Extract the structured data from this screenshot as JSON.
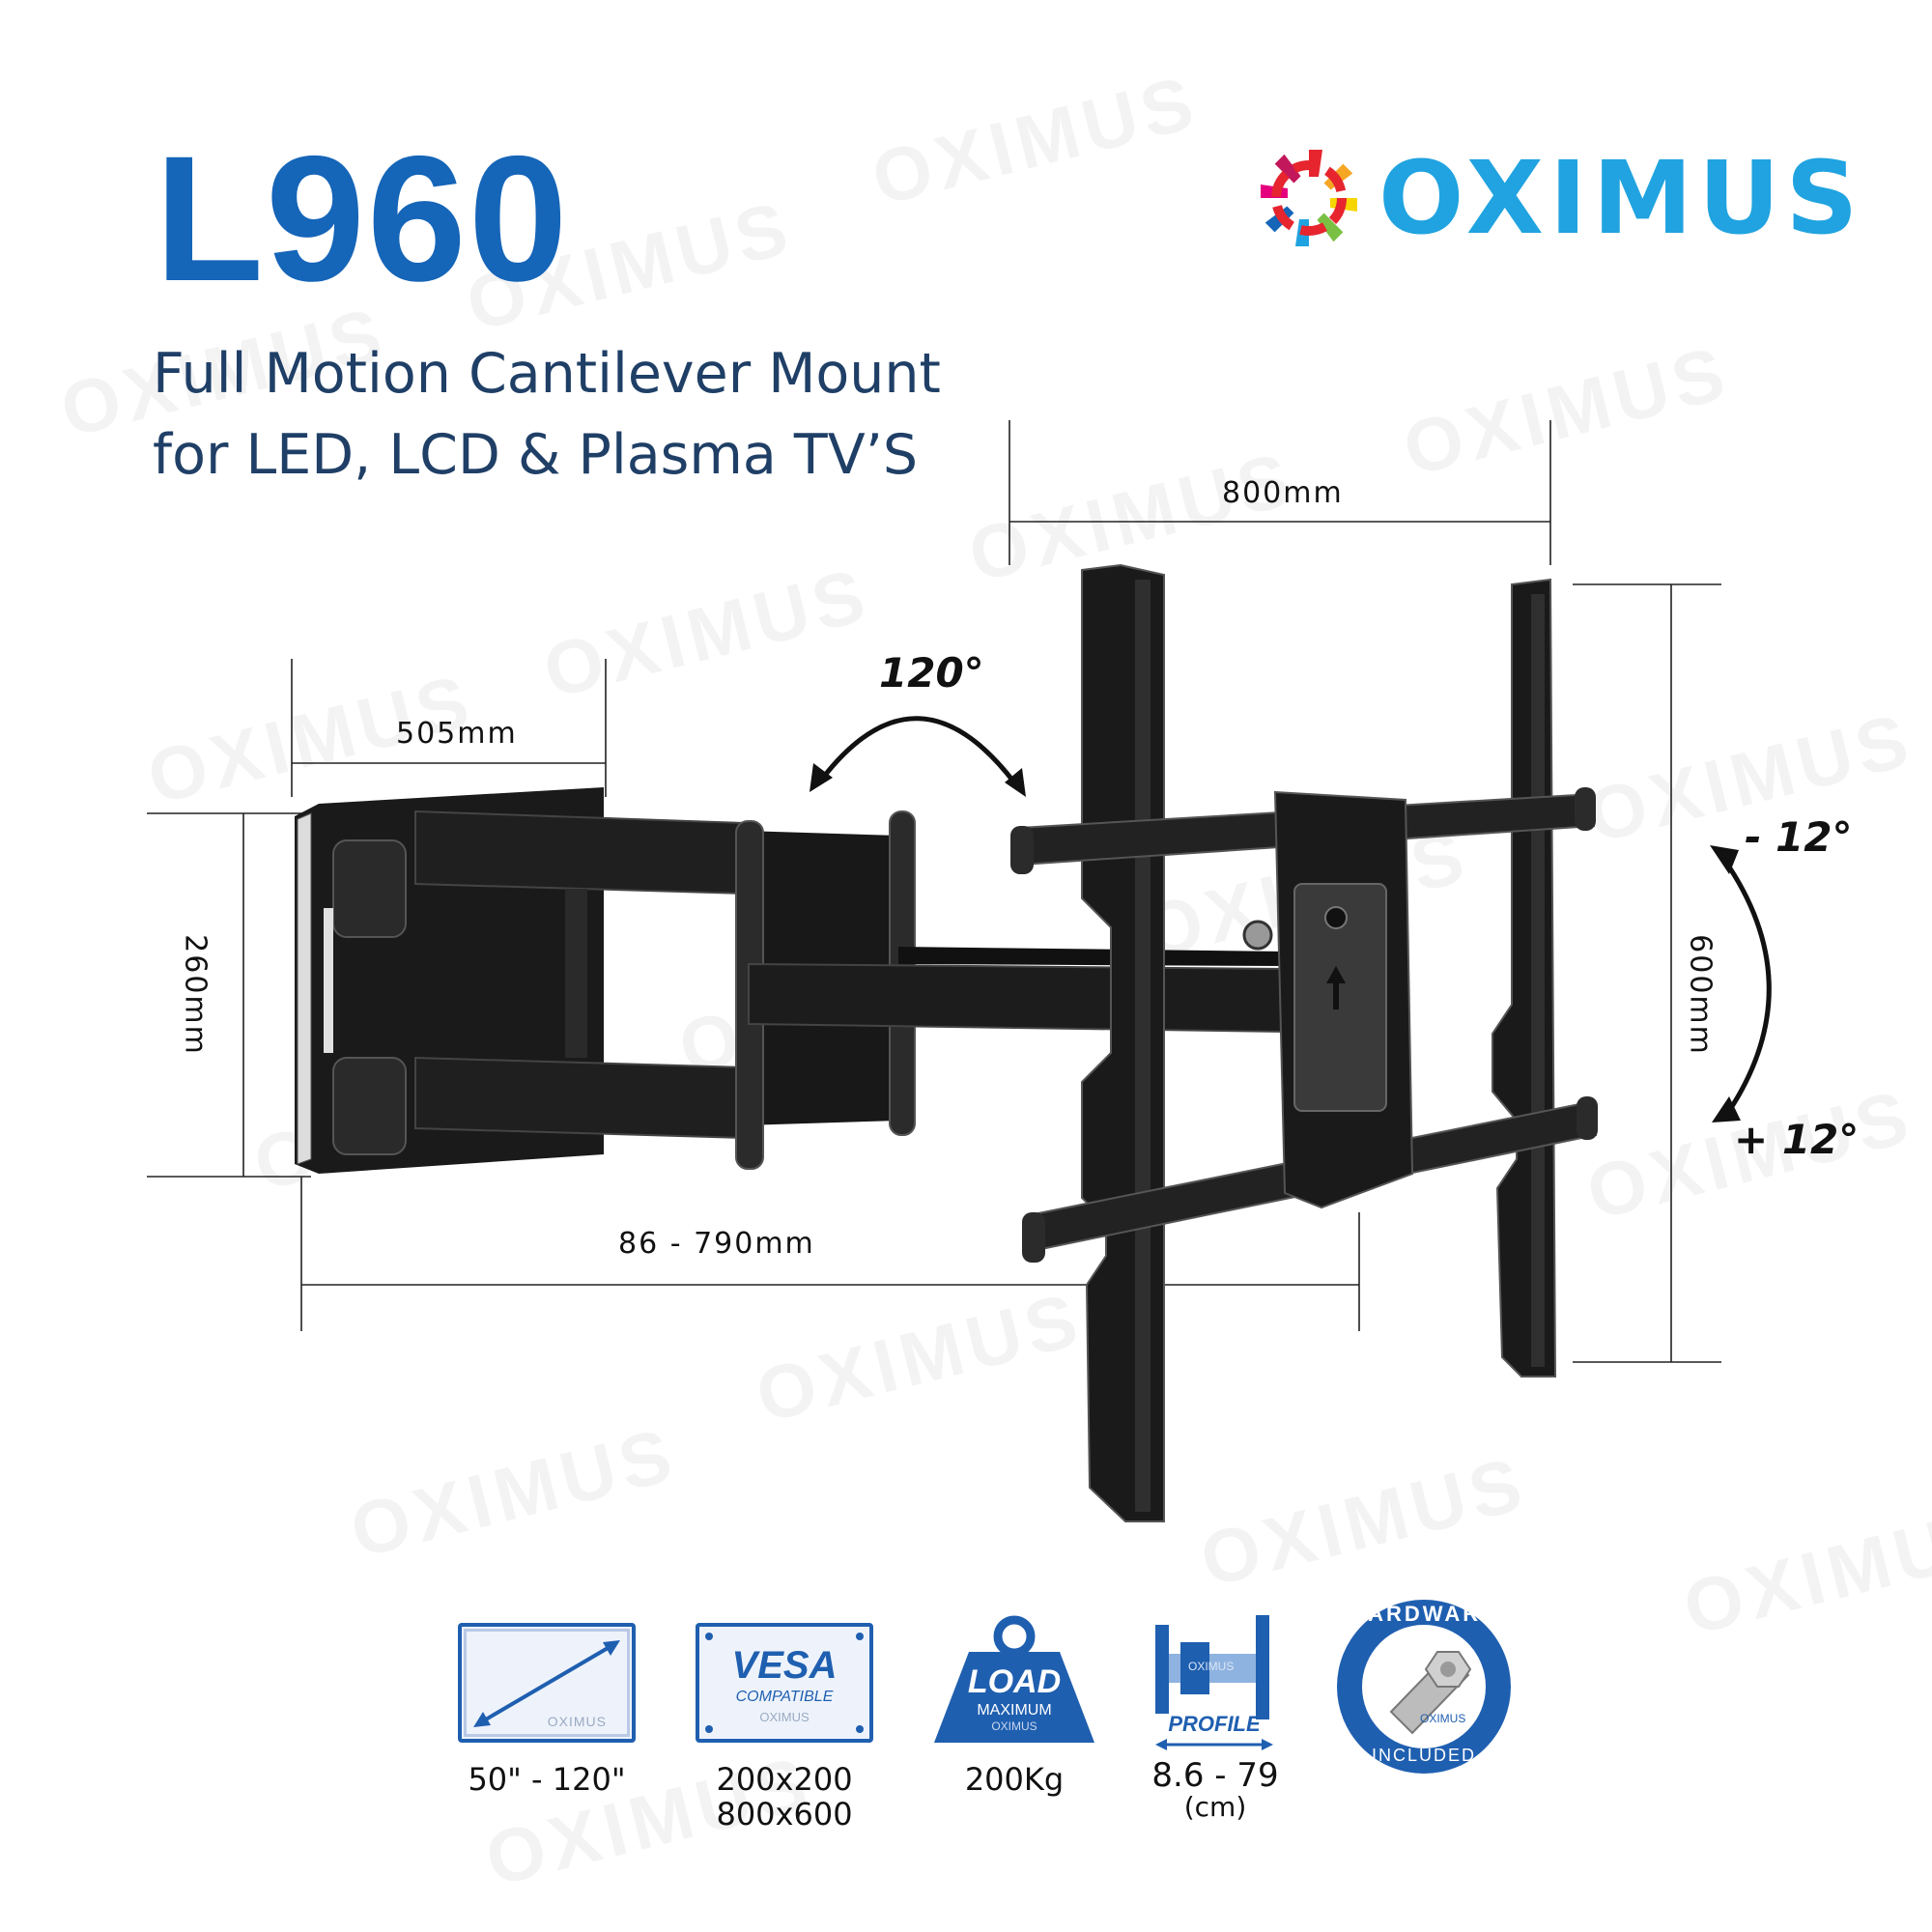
{
  "product": {
    "model": "L960",
    "subtitle_line1": "Full Motion Cantilever Mount",
    "subtitle_line2": "for LED, LCD & Plasma TV’S"
  },
  "brand": {
    "name": "OXIMUS",
    "colors": [
      "#e6252f",
      "#f5a623",
      "#f7d600",
      "#7ac143",
      "#1fa3e0",
      "#e5007e"
    ]
  },
  "dimensions": {
    "width_top": "800mm",
    "arm_depth": "505mm",
    "wall_height": "260mm",
    "extension": "86 - 790mm",
    "plate_height": "600mm",
    "swivel": "120°",
    "tilt_up": "- 12°",
    "tilt_down": "+ 12°"
  },
  "features": [
    {
      "icon": "screen-size-icon",
      "badge": "OXIMUS",
      "label": "50\" - 120\""
    },
    {
      "icon": "vesa-icon",
      "badge_title": "VESA",
      "badge_sub": "COMPATIBLE",
      "badge": "OXIMUS",
      "label": "200x200",
      "label2": "800x600"
    },
    {
      "icon": "load-weight-icon",
      "badge_title": "LOAD",
      "badge_sub": "MAXIMUM",
      "badge": "OXIMUS",
      "label": "200Kg"
    },
    {
      "icon": "profile-icon",
      "badge_title": "PROFILE",
      "badge": "OXIMUS",
      "label": "8.6 - 79",
      "label2": "(cm)"
    },
    {
      "icon": "hardware-icon",
      "badge_title": "HARDWARE",
      "badge_sub": "INCLUDED",
      "badge": "OXIMUS"
    }
  ],
  "watermark": "OXIMUS",
  "colors": {
    "title": "#1565b8",
    "accent": "#1f5fb0",
    "mount": "#1a1a1a"
  }
}
